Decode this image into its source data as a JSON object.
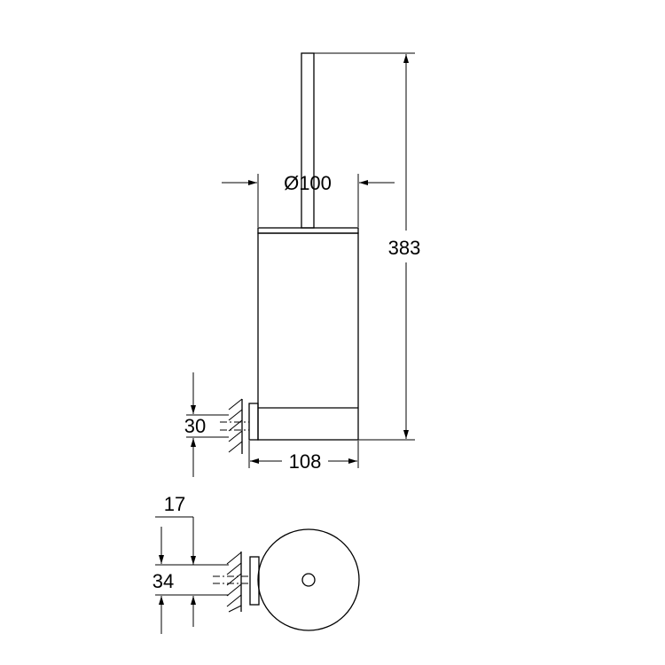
{
  "drawing": {
    "dimensions": {
      "diameter": "Ø100",
      "height": "383",
      "width": "108",
      "bracket_height": "30",
      "wall_offset": "17",
      "bracket_spacing": "34"
    }
  }
}
